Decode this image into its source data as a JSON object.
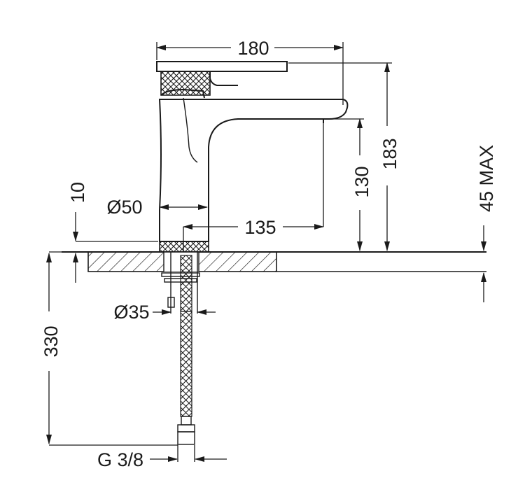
{
  "dimensions": {
    "width_top": "180",
    "height_total": "183",
    "height_spout": "130",
    "max_deck": "45 MAX",
    "offset_10": "10",
    "diameter_base": "Ø50",
    "reach": "135",
    "diameter_shank": "Ø35",
    "hose_length": "330",
    "thread": "G 3/8"
  }
}
